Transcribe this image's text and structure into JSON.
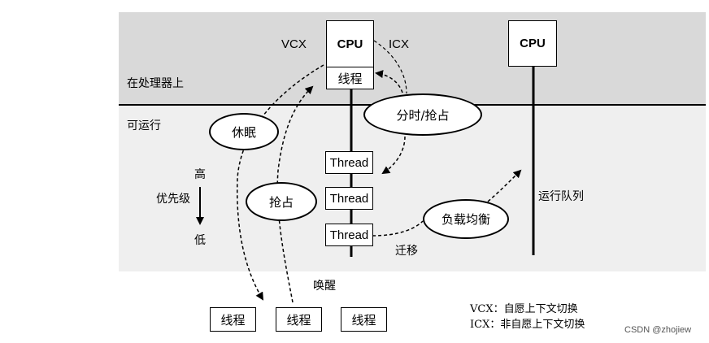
{
  "regions": {
    "on_processor": "在处理器上",
    "runnable": "可运行",
    "run_queue": "运行队列"
  },
  "cpu": {
    "left_label": "CPU",
    "right_label": "CPU",
    "current_thread": "线程"
  },
  "context_switch": {
    "voluntary": "VCX",
    "involuntary": "ICX"
  },
  "threads": [
    "Thread",
    "Thread",
    "Thread"
  ],
  "events": {
    "sleep": "休眠",
    "preempt": "抢占",
    "time_slice_preempt": "分时/抢占",
    "load_balance": "负载均衡",
    "migrate": "迁移",
    "wakeup": "唤醒"
  },
  "priority": {
    "title": "优先级",
    "high": "高",
    "low": "低"
  },
  "sleeping_threads": [
    "线程",
    "线程",
    "线程"
  ],
  "legend": {
    "vcx": "VCX：自愿上下文切换",
    "icx": "ICX：非自愿上下文切换"
  },
  "watermark": "CSDN @zhojiew"
}
